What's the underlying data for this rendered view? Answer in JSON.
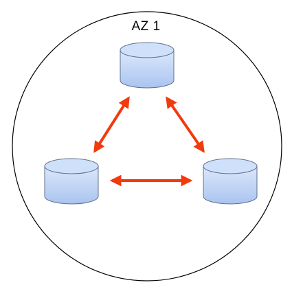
{
  "zone": {
    "label": "AZ 1"
  },
  "nodes": [
    {
      "icon": "database-cylinder-icon"
    },
    {
      "icon": "database-cylinder-icon"
    },
    {
      "icon": "database-cylinder-icon"
    }
  ],
  "links": [
    {
      "from": 0,
      "to": 1,
      "direction": "bidirectional"
    },
    {
      "from": 0,
      "to": 2,
      "direction": "bidirectional"
    },
    {
      "from": 1,
      "to": 2,
      "direction": "bidirectional"
    }
  ],
  "colors": {
    "arrow": "#f23a0f",
    "cylinder_top": "#cfe0fa",
    "cylinder_body_light": "#dce8fb",
    "cylinder_body_dark": "#aac4f0",
    "cylinder_stroke": "#5f6f8c",
    "zone_stroke": "#000000"
  }
}
